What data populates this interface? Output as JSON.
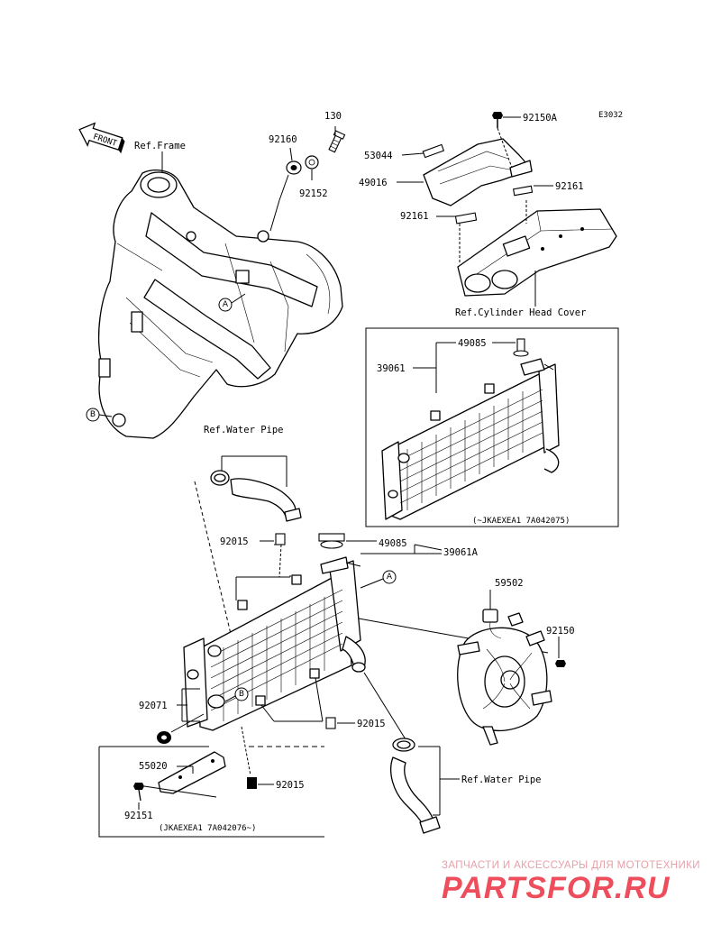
{
  "diagram_code": "E3032",
  "labels": {
    "front": "FRONT",
    "ref_frame": "Ref.Frame",
    "ref_cyl_head_cover": "Ref.Cylinder Head Cover",
    "ref_water_pipe_top": "Ref.Water Pipe",
    "ref_water_pipe_bottom": "Ref.Water Pipe",
    "p130": "130",
    "p92160": "92160",
    "p92152": "92152",
    "p92150a": "92150A",
    "p53044": "53044",
    "p49016": "49016",
    "p92161_right": "92161",
    "p92161_left": "92161",
    "p49085_box": "49085",
    "p39061": "39061",
    "box_note_top": "(~JKAEXEA1 7A042075)",
    "p92015_a": "92015",
    "p49085": "49085",
    "p39061a": "39061A",
    "p59502": "59502",
    "p92150": "92150",
    "p92071": "92071",
    "p92015_b": "92015",
    "p55020": "55020",
    "p92015_c": "92015",
    "p92151": "92151",
    "box_note_bottom": "(JKAEXEA1 7A042076~)"
  },
  "callouts": {
    "a": "A",
    "b": "B"
  },
  "watermark": {
    "tagline": "ЗАПЧАСТИ И АКСЕССУАРЫ ДЛЯ МОТОТЕХНИКИ",
    "logo_text": "PARTSFOR.RU",
    "color": "#ee4d5c"
  }
}
